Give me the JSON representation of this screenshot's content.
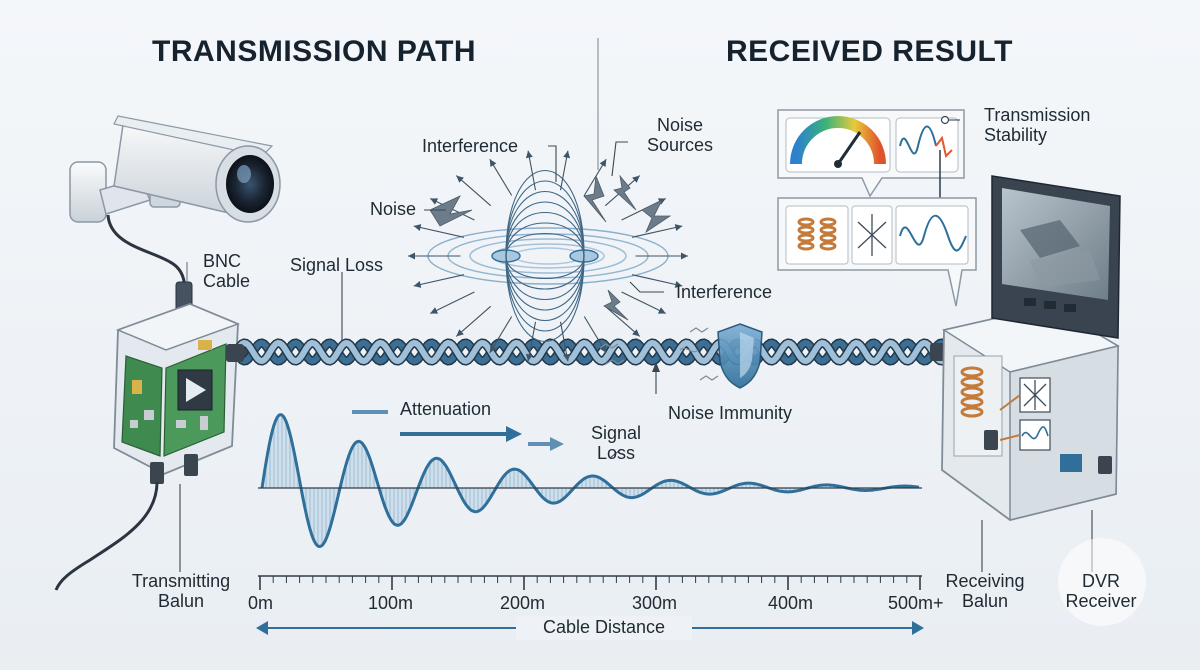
{
  "headings": {
    "left": "TRANSMISSION PATH",
    "right": "RECEIVED RESULT"
  },
  "labels": {
    "bnc_cable": "BNC\nCable",
    "signal_loss_top": "Signal Loss",
    "noise": "Noise",
    "interference_top": "Interference",
    "noise_sources": "Noise\nSources",
    "interference_right": "Interference",
    "transmission_stability": "Transmission\nStability",
    "attenuation": "Attenuation",
    "signal_loss_bottom": "Signal\nLoss",
    "noise_immunity": "Noise Immunity",
    "transmitting_balun": "Transmitting\nBalun",
    "receiving_balun": "Receiving\nBalun",
    "dvr_receiver": "DVR\nReceiver"
  },
  "scale": {
    "ticks": [
      "0m",
      "100m",
      "200m",
      "300m",
      "400m",
      "500m+"
    ],
    "axis_label": "Cable Distance"
  },
  "colors": {
    "wave": "#2f6f9a",
    "cable": "#3c6f93",
    "accent": "#e35a30",
    "text": "#1c2530"
  }
}
